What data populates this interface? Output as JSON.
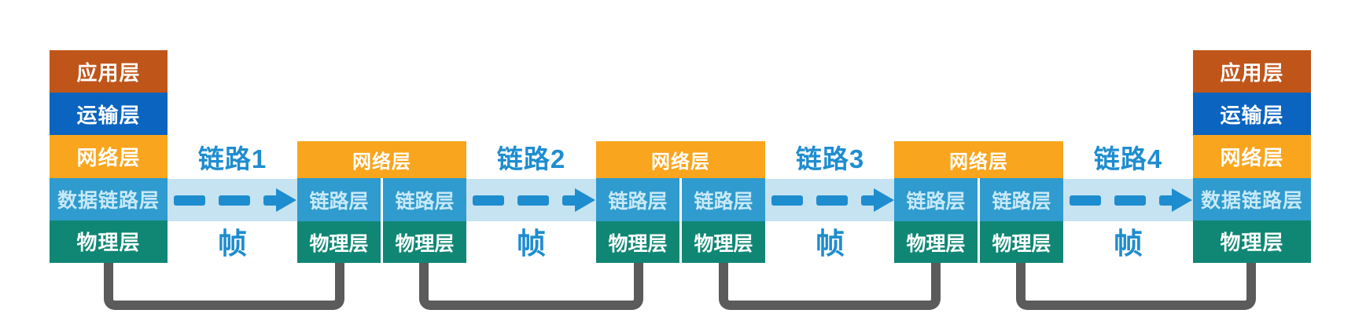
{
  "diagram_title": "network-layer-link-diagram",
  "hosts": {
    "left": {
      "layers": [
        "应用层",
        "运输层",
        "网络层",
        "数据链路层",
        "物理层"
      ]
    },
    "right": {
      "layers": [
        "应用层",
        "运输层",
        "网络层",
        "数据链路层",
        "物理层"
      ]
    }
  },
  "routers": [
    {
      "network": "网络层",
      "link_left": "链路层",
      "link_right": "链路层",
      "phys_left": "物理层",
      "phys_right": "物理层"
    },
    {
      "network": "网络层",
      "link_left": "链路层",
      "link_right": "链路层",
      "phys_left": "物理层",
      "phys_right": "物理层"
    },
    {
      "network": "网络层",
      "link_left": "链路层",
      "link_right": "链路层",
      "phys_left": "物理层",
      "phys_right": "物理层"
    }
  ],
  "links": [
    {
      "label": "链路1",
      "frame": "帧"
    },
    {
      "label": "链路2",
      "frame": "帧"
    },
    {
      "label": "链路3",
      "frame": "帧"
    },
    {
      "label": "链路4",
      "frame": "帧"
    }
  ],
  "colors": {
    "application_layer": "#c0551a",
    "transport_layer": "#0a64c0",
    "network_layer": "#f9a51d",
    "datalink_layer": "#2f9bce",
    "datalink_text": "#c8e9f8",
    "physical_layer": "#0f8774",
    "link_band": "#c6e3f1",
    "accent_blue": "#1e8dcf",
    "cable_gray": "#5b5b5b",
    "background": "#ffffff"
  }
}
